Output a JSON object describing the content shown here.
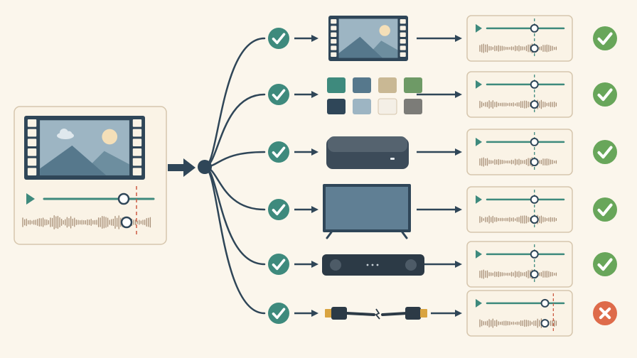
{
  "colors": {
    "background": "#fbf6ec",
    "card_fill": "#faf3e6",
    "card_border": "#d6c6ad",
    "navy": "#2f4658",
    "teal": "#3e8a7d",
    "green_ok": "#68a65a",
    "red_fail": "#de6b4a",
    "dashed_red": "#cc5b42",
    "dashed_green": "#3e8a7d",
    "audio_wave": "#a89078",
    "sky": "#9db5c3",
    "sun": "#f4dfb8",
    "mountain_front": "#56788c",
    "mountain_back": "#6d8e9f"
  },
  "source": {
    "icon": "film-frame-icon",
    "has_play": true,
    "sync_marker": "offset"
  },
  "hub": {
    "icon": "splitter-node-icon"
  },
  "outputs": [
    {
      "id": "video-file",
      "device_icon": "film-frame-icon",
      "validated": true,
      "sync_marker": "aligned",
      "result": "pass"
    },
    {
      "id": "color-palette",
      "device_icon": "color-palette-icon",
      "swatches": [
        "#3e8a7d",
        "#56788c",
        "#c9b894",
        "#6e9a66",
        "#2f4658",
        "#9db5c3",
        "#f4efe6",
        "#7c7c78"
      ],
      "validated": true,
      "sync_marker": "aligned",
      "result": "pass"
    },
    {
      "id": "streaming-box",
      "device_icon": "set-top-box-icon",
      "validated": true,
      "sync_marker": "aligned",
      "result": "pass"
    },
    {
      "id": "television",
      "device_icon": "tv-icon",
      "validated": true,
      "sync_marker": "aligned",
      "result": "pass"
    },
    {
      "id": "soundbar",
      "device_icon": "soundbar-icon",
      "validated": true,
      "sync_marker": "aligned",
      "result": "pass"
    },
    {
      "id": "hdmi-cable",
      "device_icon": "hdmi-cable-icon",
      "validated": true,
      "sync_marker": "offset",
      "result": "fail"
    }
  ]
}
